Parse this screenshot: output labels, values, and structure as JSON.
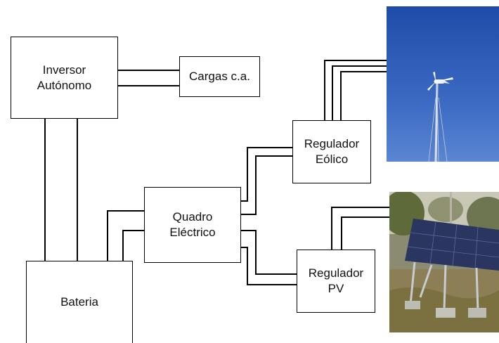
{
  "blocks": {
    "inversor": {
      "line1": "Inversor",
      "line2": "Autónomo"
    },
    "cargas": {
      "label": "Cargas c.a."
    },
    "regulador_eolico": {
      "line1": "Regulador",
      "line2": "Eólico"
    },
    "quadro": {
      "line1": "Quadro",
      "line2": "Eléctrico"
    },
    "regulador_pv": {
      "line1": "Regulador",
      "line2": "PV"
    },
    "bateria": {
      "label": "Bateria"
    }
  },
  "photos": {
    "wind": {
      "subject": "wind-turbine-on-tower",
      "sky_color": "#2f5fb8"
    },
    "solar": {
      "subject": "solar-panel-array-in-field",
      "panel_color": "#2a3560"
    }
  },
  "colors": {
    "line": "#000000",
    "box_border": "#000000"
  }
}
